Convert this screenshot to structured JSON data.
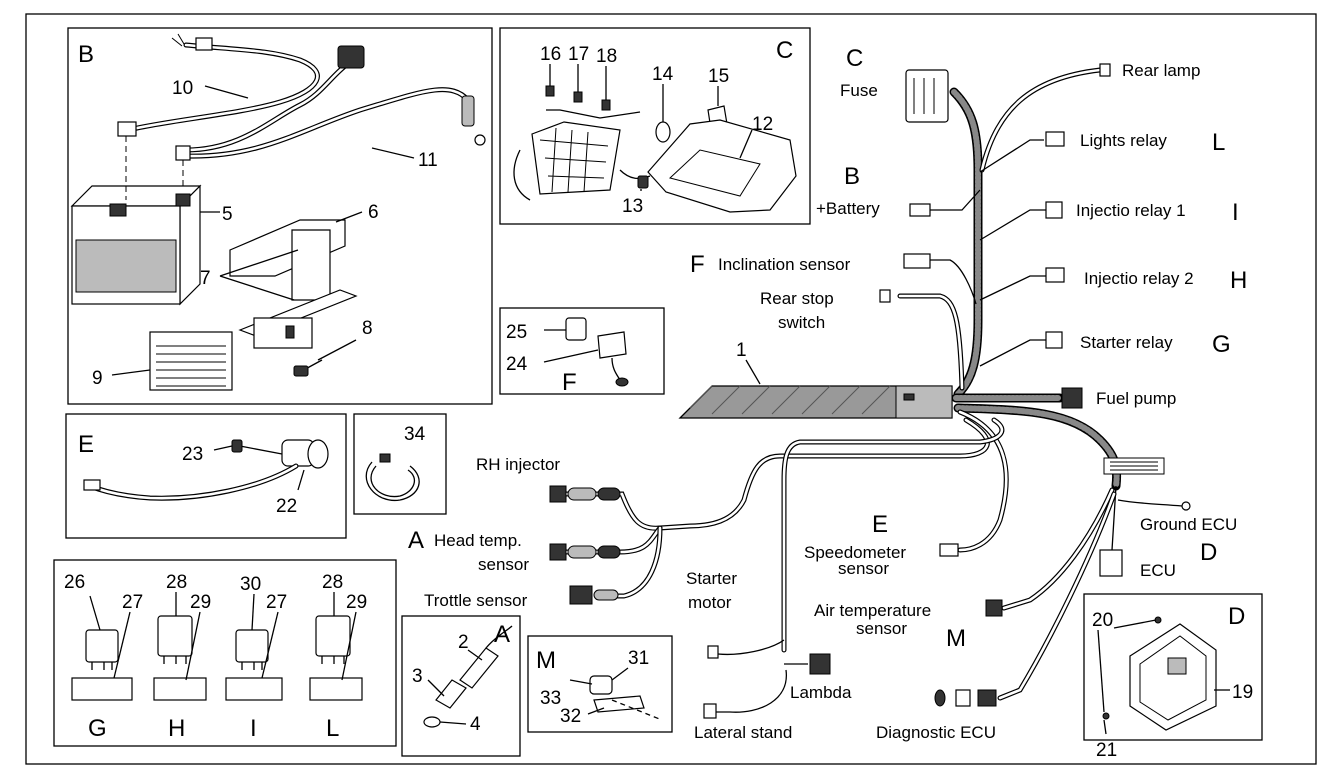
{
  "panels": {
    "battery": {
      "letter": "B",
      "nums": [
        "10",
        "11",
        "5",
        "6",
        "7",
        "8",
        "9"
      ]
    },
    "fuse": {
      "letter": "C",
      "nums": [
        "16",
        "17",
        "18",
        "14",
        "15",
        "12",
        "13"
      ]
    },
    "inclination": {
      "letter": "F",
      "nums": [
        "25",
        "24"
      ]
    },
    "stand": {
      "letter": "E",
      "nums": [
        "23",
        "22"
      ]
    },
    "clamp": {
      "nums": [
        "34"
      ]
    },
    "relays": {
      "nums": [
        "26",
        "27",
        "28",
        "29",
        "30",
        "27",
        "28",
        "29"
      ],
      "letters": [
        "G",
        "H",
        "I",
        "L"
      ]
    },
    "injector": {
      "letter": "A",
      "nums": [
        "2",
        "3",
        "4"
      ]
    },
    "lambda_mount": {
      "letter": "M",
      "nums": [
        "33",
        "31",
        "32"
      ]
    },
    "ecu": {
      "letter": "D",
      "nums": [
        "20",
        "19",
        "21"
      ]
    }
  },
  "harness": {
    "main_num": "1",
    "labels": {
      "fuse": {
        "letter": "C",
        "text": "Fuse"
      },
      "rear_lamp": "Rear lamp",
      "lights_relay": {
        "text": "Lights relay",
        "letter": "L"
      },
      "battery": {
        "letter": "B",
        "text": "+Battery"
      },
      "inj_relay_1": {
        "text": "Injectio relay 1",
        "letter": "I"
      },
      "inclination": {
        "letter": "F",
        "text": "Inclination sensor"
      },
      "inj_relay_2": {
        "text": "Injectio relay 2",
        "letter": "H"
      },
      "rear_stop": [
        "Rear stop",
        "switch"
      ],
      "starter_relay": {
        "text": "Starter relay",
        "letter": "G"
      },
      "fuel_pump": "Fuel pump",
      "rh_injector": "RH injector",
      "head_temp": {
        "letter": "A",
        "line1": "Head temp.",
        "line2": "sensor"
      },
      "trottle": "Trottle sensor",
      "ground_ecu": "Ground ECU",
      "speedometer": {
        "letter": "E",
        "line1": "Speedometer",
        "line2": "sensor"
      },
      "ecu": {
        "text": "ECU",
        "letter": "D"
      },
      "starter_motor": [
        "Starter",
        "motor"
      ],
      "air_temp": {
        "line1": "Air temperature",
        "line2": "sensor",
        "letter": "M"
      },
      "lambda": "Lambda",
      "lateral_stand": "Lateral stand",
      "diagnostic": "Diagnostic ECU"
    }
  }
}
